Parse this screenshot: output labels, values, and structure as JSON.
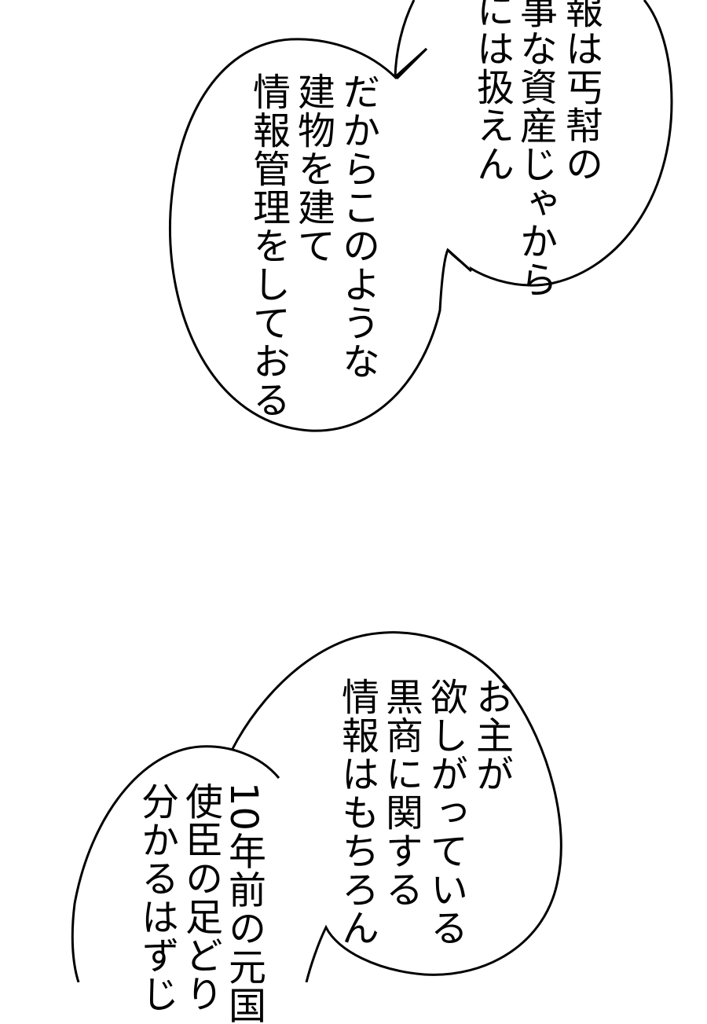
{
  "page": {
    "background": "#ffffff",
    "ink": "#000000"
  },
  "bubbles": [
    {
      "id": "bubble-top-right",
      "lines": [
        "報は丐幇の",
        "事な資産じゃから",
        "には扱えん"
      ]
    },
    {
      "id": "bubble-top-left",
      "lines": [
        "だからこのような",
        "建物を建て",
        "情報管理をしておる"
      ]
    },
    {
      "id": "bubble-bottom-right",
      "lines": [
        "お主が",
        "欲しがっている",
        "黒商に関する",
        "情報はもちろん"
      ]
    },
    {
      "id": "bubble-bottom-left",
      "lines": [
        "10年前の元国",
        "使臣の足どり",
        "分かるはずじ"
      ]
    }
  ]
}
